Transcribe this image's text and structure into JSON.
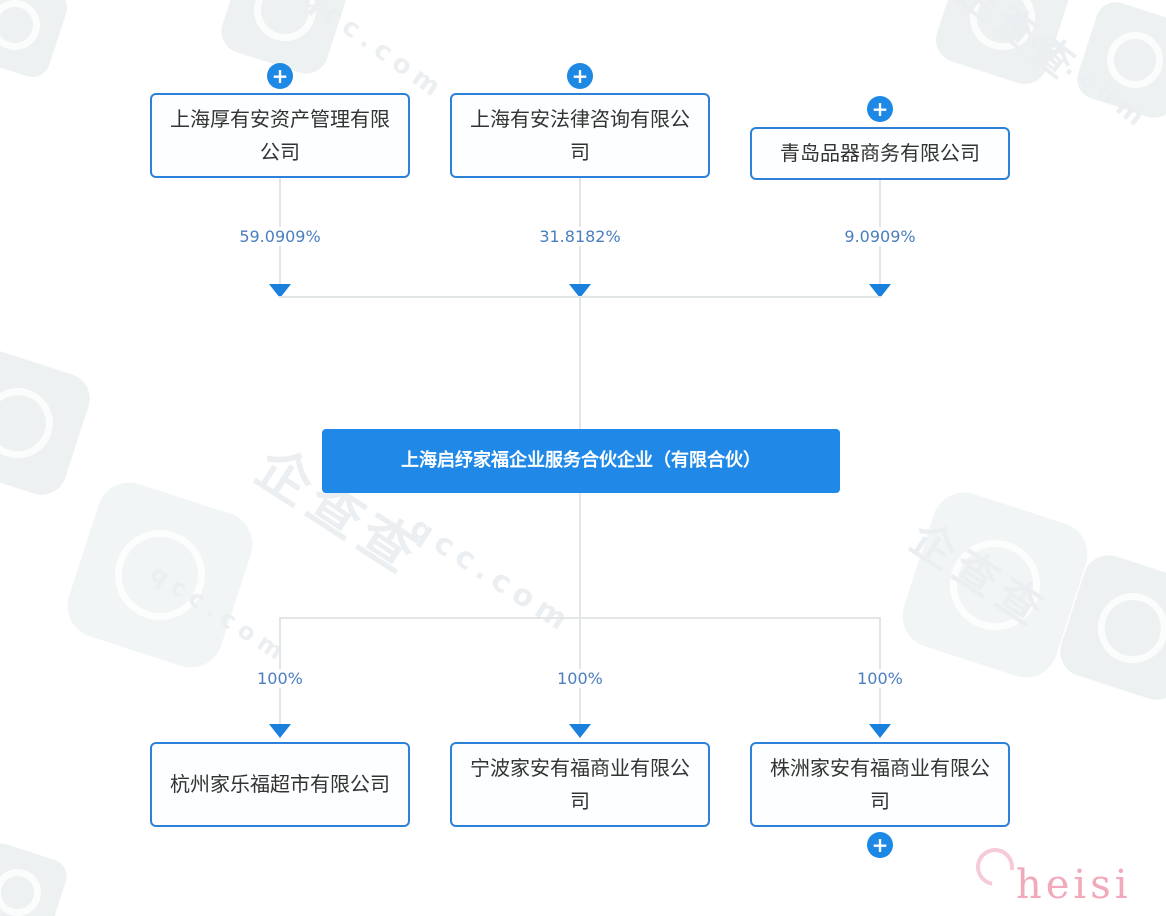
{
  "diagram": {
    "focus_company": "上海启纾家福企业服务合伙企业（有限合伙）",
    "parents": [
      {
        "name": "上海厚有安资产管理有限公司",
        "percent": "59.0909%"
      },
      {
        "name": "上海有安法律咨询有限公司",
        "percent": "31.8182%"
      },
      {
        "name": "青岛品器商务有限公司",
        "percent": "9.0909%"
      }
    ],
    "subsidiaries": [
      {
        "name": "杭州家乐福超市有限公司",
        "percent": "100%"
      },
      {
        "name": "宁波家安有福商业有限公司",
        "percent": "100%"
      },
      {
        "name": "株洲家安有福商业有限公司",
        "percent": "100%"
      }
    ]
  },
  "icons": {
    "plus_glyph": "+"
  },
  "watermark": {
    "brand": "企查查",
    "domain": "qcc.com",
    "signature": "heisi"
  },
  "colors": {
    "accent_blue": "#2089E8",
    "node_border_blue": "#2E81D9",
    "connector_gray": "#E3E6E6",
    "percent_blue": "#4A7EBE",
    "arrow_blue": "#1B80DC",
    "signature_pink": "#F2AABB"
  }
}
